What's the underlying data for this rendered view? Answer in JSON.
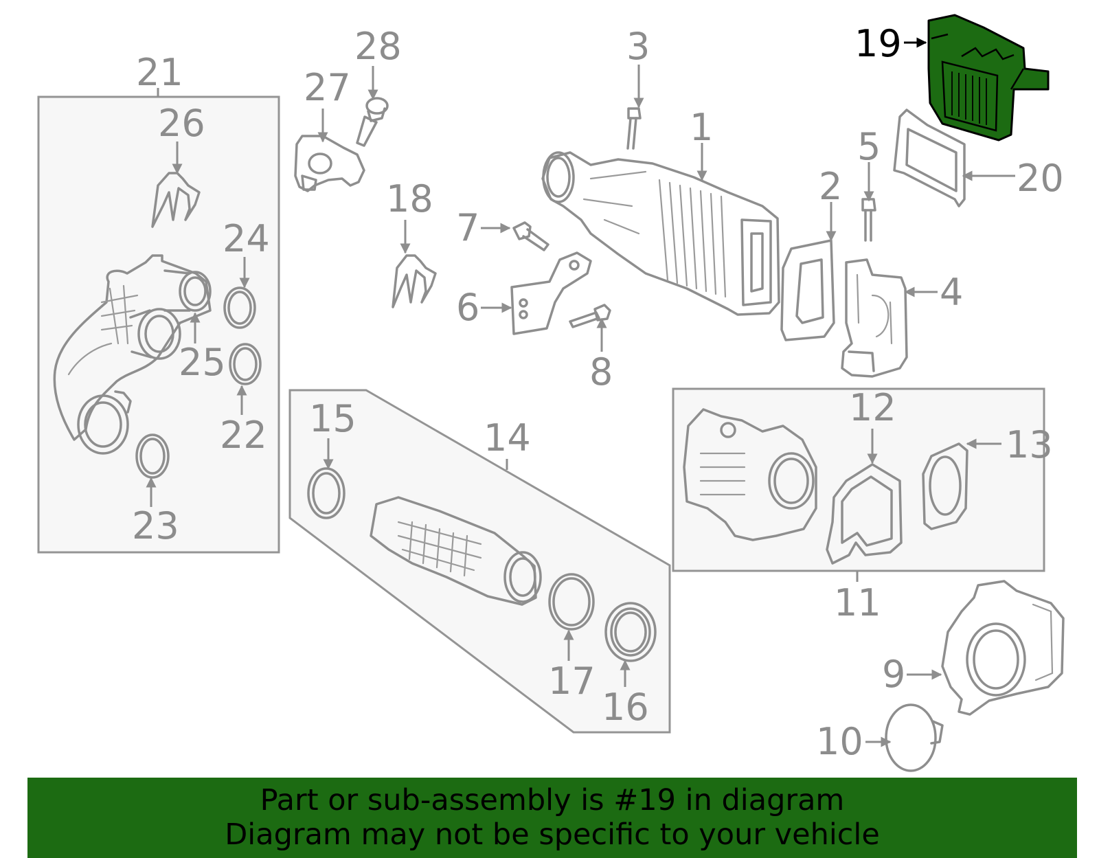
{
  "labels": {
    "l1": "1",
    "l2": "2",
    "l3": "3",
    "l4": "4",
    "l5": "5",
    "l6": "6",
    "l7": "7",
    "l8": "8",
    "l9": "9",
    "l10": "10",
    "l11": "11",
    "l12": "12",
    "l13": "13",
    "l14": "14",
    "l15": "15",
    "l16": "16",
    "l17": "17",
    "l18": "18",
    "l19": "19",
    "l20": "20",
    "l21": "21",
    "l22": "22",
    "l23": "23",
    "l24": "24",
    "l25": "25",
    "l26": "26",
    "l27": "27",
    "l28": "28"
  },
  "highlight": {
    "part_number": "19",
    "color": "#1c6b12"
  },
  "footer": {
    "line1": "Part or sub-assembly is #19 in diagram",
    "line2": "Diagram may not be specific to your vehicle"
  }
}
